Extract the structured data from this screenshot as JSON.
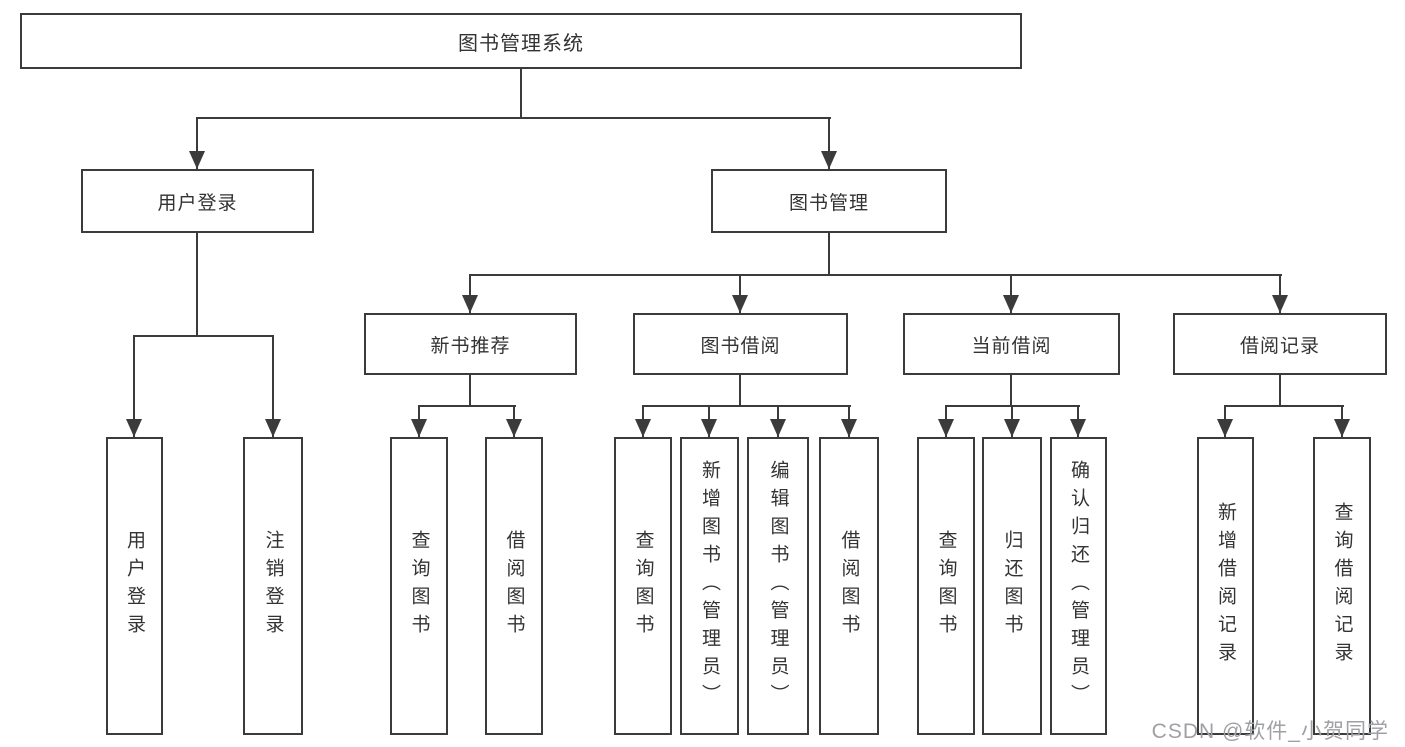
{
  "tree": {
    "label": "图书管理系统",
    "children": [
      {
        "label": "用户登录",
        "children": [
          {
            "label": "用户登录"
          },
          {
            "label": "注销登录"
          }
        ]
      },
      {
        "label": "图书管理",
        "children": [
          {
            "label": "新书推荐",
            "children": [
              {
                "label": "查询图书"
              },
              {
                "label": "借阅图书"
              }
            ]
          },
          {
            "label": "图书借阅",
            "children": [
              {
                "label": "查询图书"
              },
              {
                "label": "新增图书（管理员）"
              },
              {
                "label": "编辑图书（管理员）"
              },
              {
                "label": "借阅图书"
              }
            ]
          },
          {
            "label": "当前借阅",
            "children": [
              {
                "label": "查询图书"
              },
              {
                "label": "归还图书"
              },
              {
                "label": "确认归还（管理员）"
              }
            ]
          },
          {
            "label": "借阅记录",
            "children": [
              {
                "label": "新增借阅记录"
              },
              {
                "label": "查询借阅记录"
              }
            ]
          }
        ]
      }
    ]
  },
  "watermark": {
    "text": "CSDN @软件_小贺同学"
  },
  "colors": {
    "line": "#3b3b3b",
    "text": "#333333",
    "watermark": "#9fa0a4",
    "background": "#ffffff"
  }
}
